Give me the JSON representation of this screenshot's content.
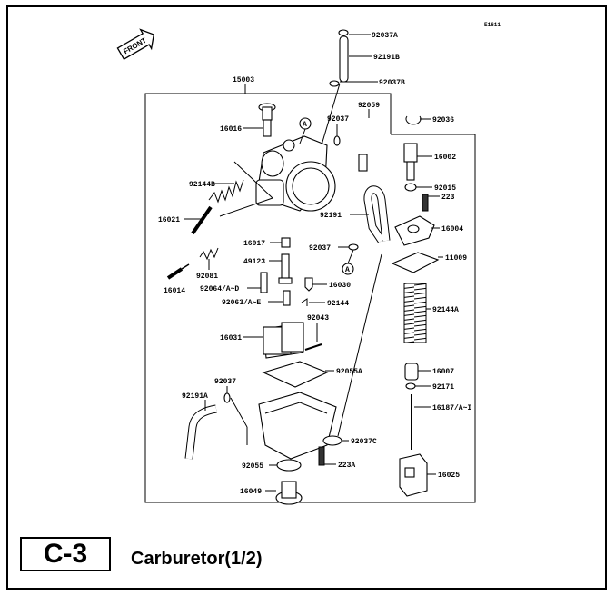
{
  "page": {
    "code": "C-3",
    "title": "Carburetor(1/2)",
    "drawing_number": "E1611",
    "front_marker": "FRONT"
  },
  "parts": {
    "p92037A": "92037A",
    "p92191B": "92191B",
    "p15003": "15003",
    "p92037B": "92037B",
    "p16016": "16016",
    "pA1": "A",
    "p92037_1": "92037",
    "p92059": "92059",
    "p92036": "92036",
    "p16002": "16002",
    "p92144B": "92144B",
    "p92015": "92015",
    "p223": "223",
    "p16021": "16021",
    "p92191": "92191",
    "p16004": "16004",
    "p16017": "16017",
    "p92037_2": "92037",
    "pA2": "A",
    "p49123": "49123",
    "p11009": "11009",
    "p92081": "92081",
    "p16014": "16014",
    "p92064": "92064/A~D",
    "p16030": "16030",
    "p92063": "92063/A~E",
    "p92144": "92144",
    "p92144A": "92144A",
    "p92043": "92043",
    "p16031": "16031",
    "p92055A": "92055A",
    "p16007": "16007",
    "p92037_3": "92037",
    "p92171": "92171",
    "p92191A": "92191A",
    "p16187": "16187/A~I",
    "p92037C": "92037C",
    "p92055": "92055",
    "p223A": "223A",
    "p16025": "16025",
    "p16049": "16049"
  }
}
